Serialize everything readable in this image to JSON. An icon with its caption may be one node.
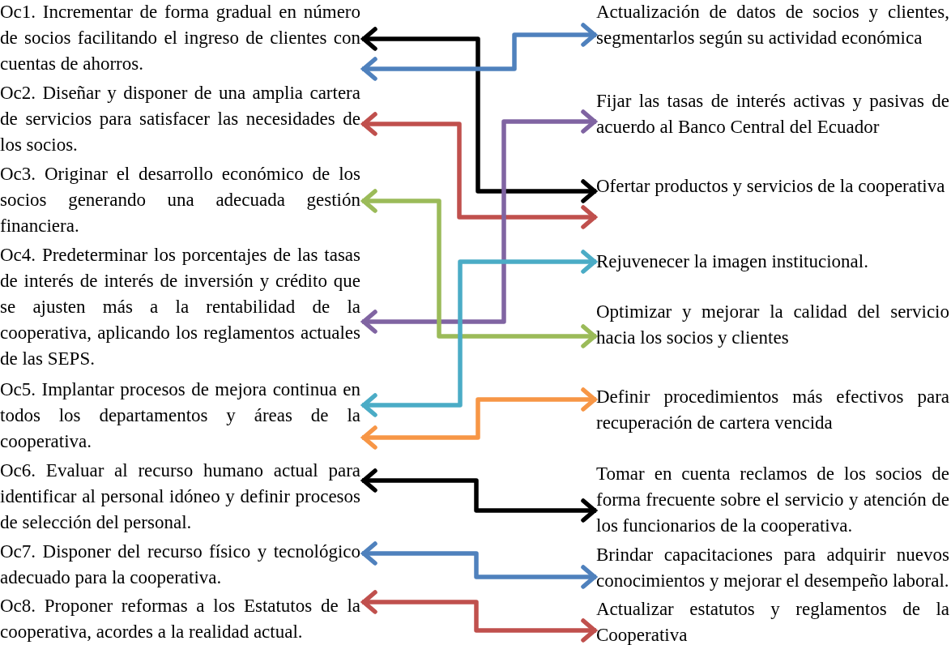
{
  "diagram": {
    "nodes": [
      {
        "text": [
          "Oc1. Incrementar de forma gradual en número de socios facilitando el ingreso de clientes con cuentas de ahorros."
        ]
      },
      {
        "text": [
          "Oc2. Diseñar y disponer de una amplia cartera de servicios para satisfacer las necesidades de los socios."
        ]
      },
      {
        "text": [
          "Oc3. Originar el desarrollo económico de los socios generando una adecuada gestión financiera."
        ]
      },
      {
        "text": [
          "Oc4. Predeterminar los porcentajes de las tasas de interés de interés de inversión y crédito que se ajusten más a la rentabilidad de la cooperativa, aplicando los reglamentos actuales de las SEPS."
        ]
      },
      {
        "text": [
          "Oc5. Implantar procesos de mejora continua en todos los departamentos y áreas de la cooperativa."
        ]
      },
      {
        "text": [
          "Oc6. Evaluar al recurso humano actual para identificar al personal idóneo y definir procesos de selección del personal."
        ]
      },
      {
        "text": [
          "Oc7. Disponer del recurso físico y tecnológico adecuado para la cooperativa."
        ]
      },
      {
        "text": [
          "Oc8. Proponer reformas a los Estatutos de la cooperativa, acordes a la realidad actual."
        ]
      },
      {
        "text": [
          "Actualización de datos de socios y clientes, segmentarlos según su actividad económica"
        ]
      },
      {
        "text": [
          "Fijar las tasas de interés activas y pasivas de acuerdo al Banco Central del Ecuador"
        ]
      },
      {
        "text": [
          "Ofertar productos y servicios de la cooperativa"
        ]
      },
      {
        "text": [
          "Rejuvenecer la imagen institucional."
        ]
      },
      {
        "text": [
          "Optimizar y mejorar la calidad del servicio hacia los socios y clientes"
        ]
      },
      {
        "text": [
          "Definir procedimientos más efectivos para recuperación de cartera vencida"
        ]
      },
      {
        "text": [
          "Tomar en cuenta  reclamos de los socios de forma frecuente sobre el servicio y atención de los funcionarios  de la cooperativa."
        ]
      },
      {
        "text": [
          "Brindar capacitaciones para adquirir nuevos conocimientos y mejorar el desempeño laboral."
        ]
      },
      {
        "text": [
          "Actualizar estatutos y reglamentos  de la Cooperativa"
        ]
      }
    ],
    "edges": [
      {
        "from": 0,
        "to": 10,
        "arrow": "both",
        "color": "#000000"
      },
      {
        "from": 0,
        "to": 8,
        "arrow": "both",
        "color": "#4f81bd"
      },
      {
        "from": 1,
        "to": 10,
        "arrow": "both",
        "color": "#c0504d"
      },
      {
        "from": 3,
        "to": 9,
        "arrow": "both",
        "color": "#8064a2"
      },
      {
        "from": 2,
        "to": 12,
        "arrow": "both",
        "color": "#9bbb59"
      },
      {
        "from": 4,
        "to": 11,
        "arrow": "both",
        "color": "#4bacc6"
      },
      {
        "from": 4,
        "to": 13,
        "arrow": "both",
        "color": "#f79646"
      },
      {
        "from": 5,
        "to": 14,
        "arrow": "both",
        "color": "#000000"
      },
      {
        "from": 6,
        "to": 15,
        "arrow": "both",
        "color": "#4f81bd"
      },
      {
        "from": 7,
        "to": 16,
        "arrow": "both",
        "color": "#c0504d"
      }
    ]
  }
}
